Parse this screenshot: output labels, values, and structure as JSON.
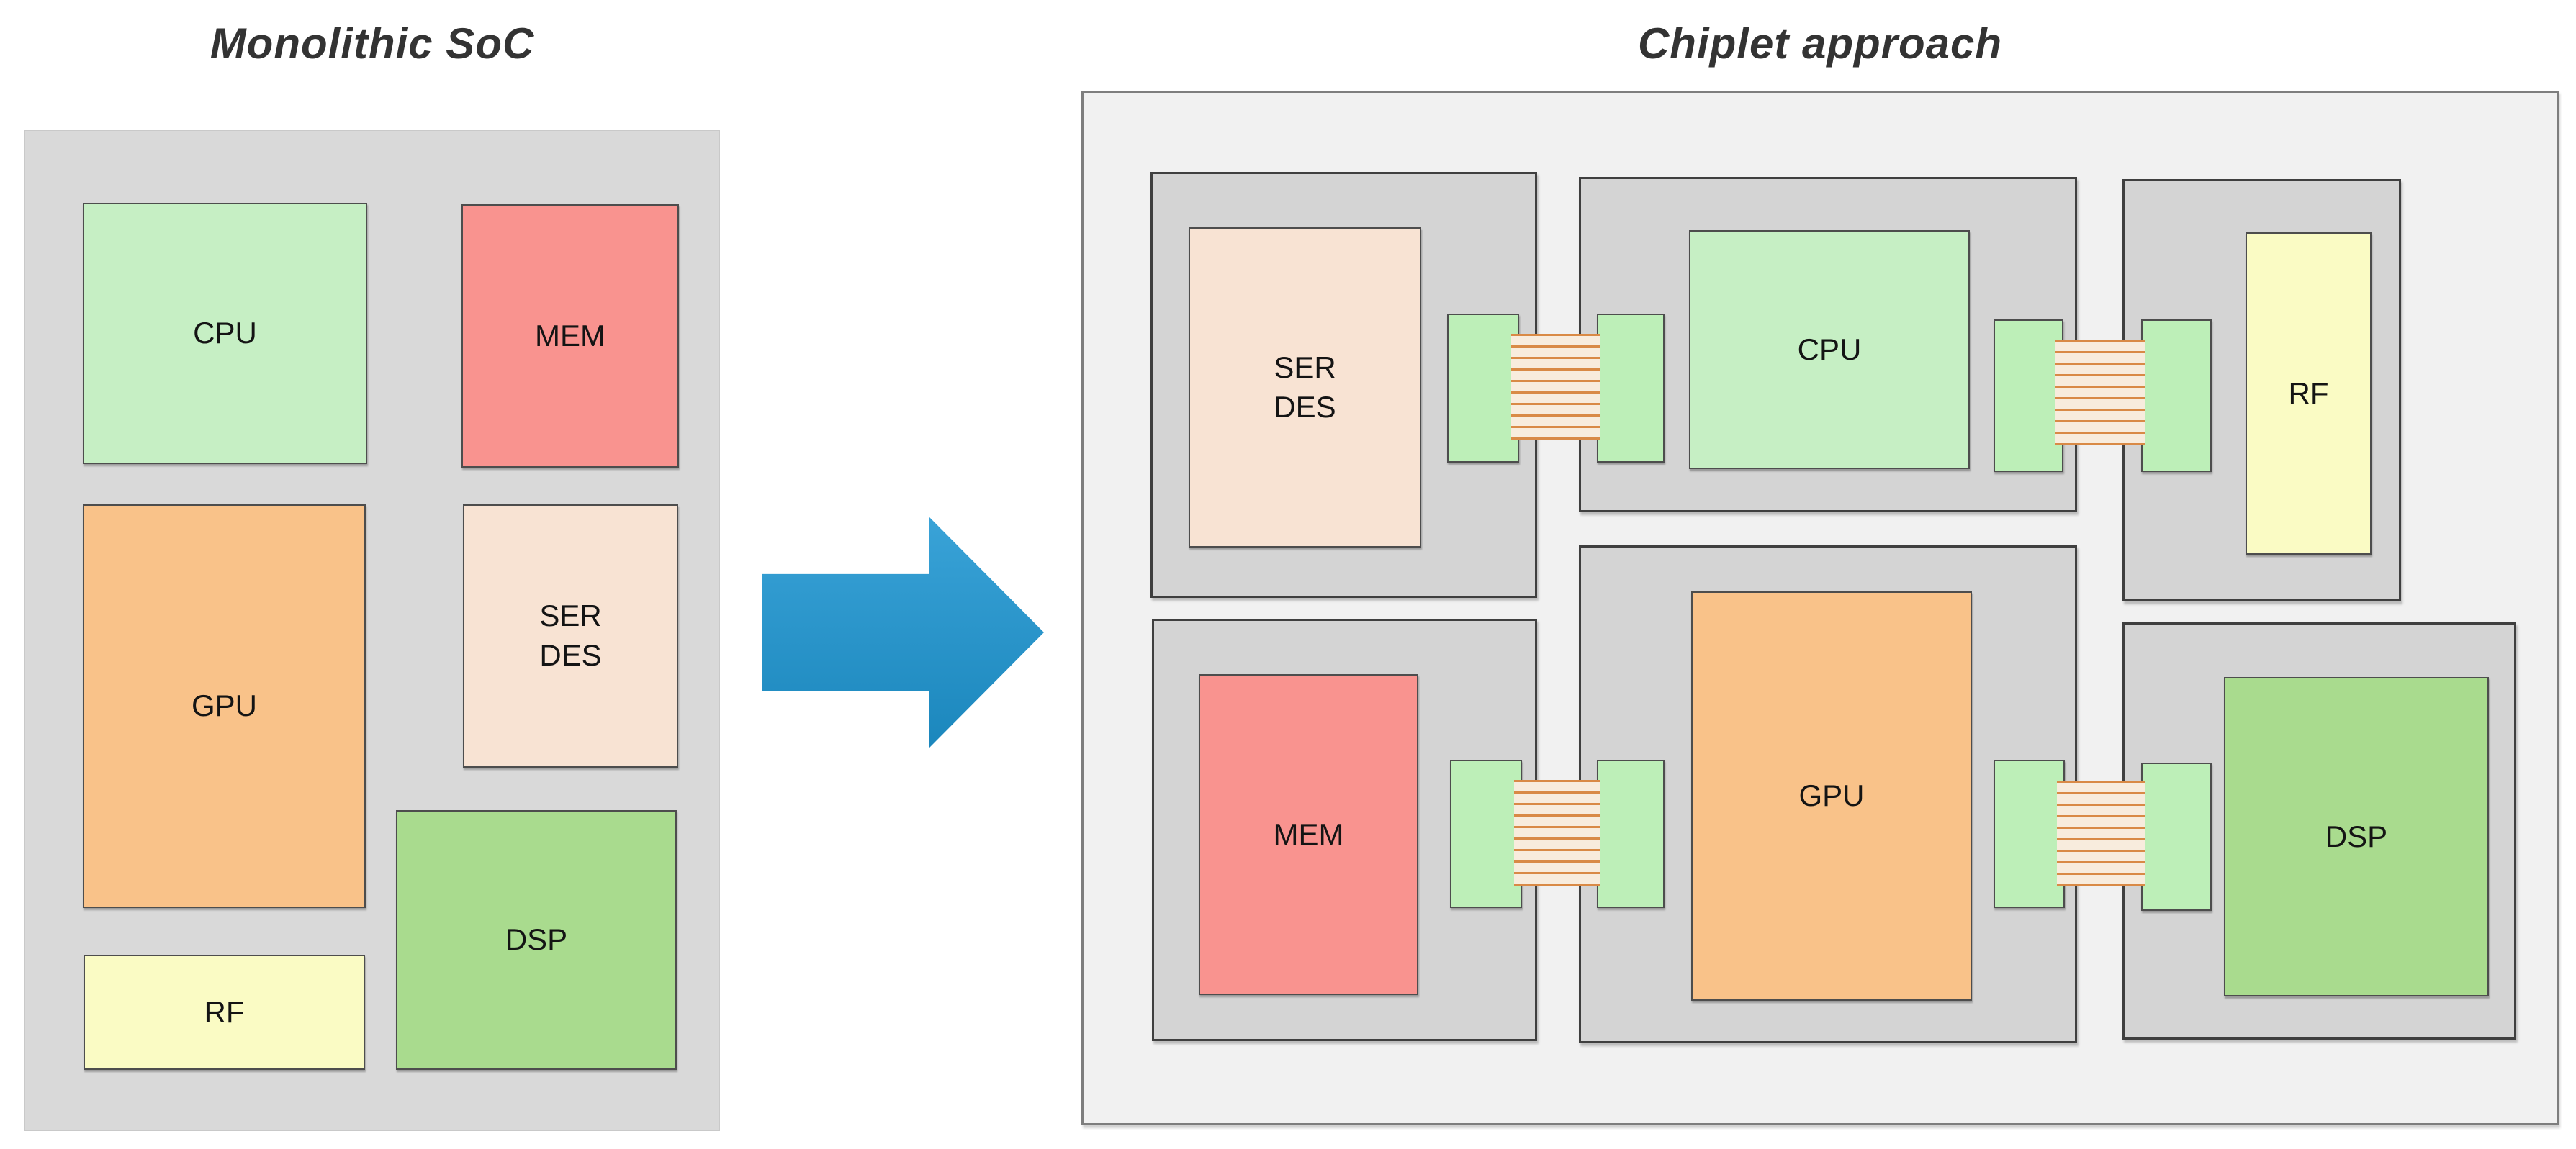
{
  "monolithic": {
    "title": "Monolithic SoC",
    "blocks": {
      "cpu": "CPU",
      "mem": "MEM",
      "gpu": "GPU",
      "serdes_line1": "SER",
      "serdes_line2": "DES",
      "dsp": "DSP",
      "rf": "RF"
    }
  },
  "chiplet": {
    "title": "Chiplet approach",
    "dies": {
      "cpu": "CPU",
      "mem": "MEM",
      "gpu": "GPU",
      "serdes_line1": "SER",
      "serdes_line2": "DES",
      "dsp": "DSP",
      "rf": "RF"
    }
  },
  "colors": {
    "cpu_green": "#C6EFC4",
    "mem_red": "#F9938F",
    "gpu_orange": "#F9C289",
    "serdes_peach": "#F8E3D3",
    "dsp_green": "#A9DB8E",
    "rf_yellow": "#FAFBC4",
    "phy_green": "#BDEFB8",
    "wire_orange": "#D98A46",
    "arrow_blue": "#1E96D2",
    "soc_gray": "#D9D9D9",
    "chiplet_gray": "#D4D4D4",
    "interposer_bg": "#F1F1F1"
  }
}
